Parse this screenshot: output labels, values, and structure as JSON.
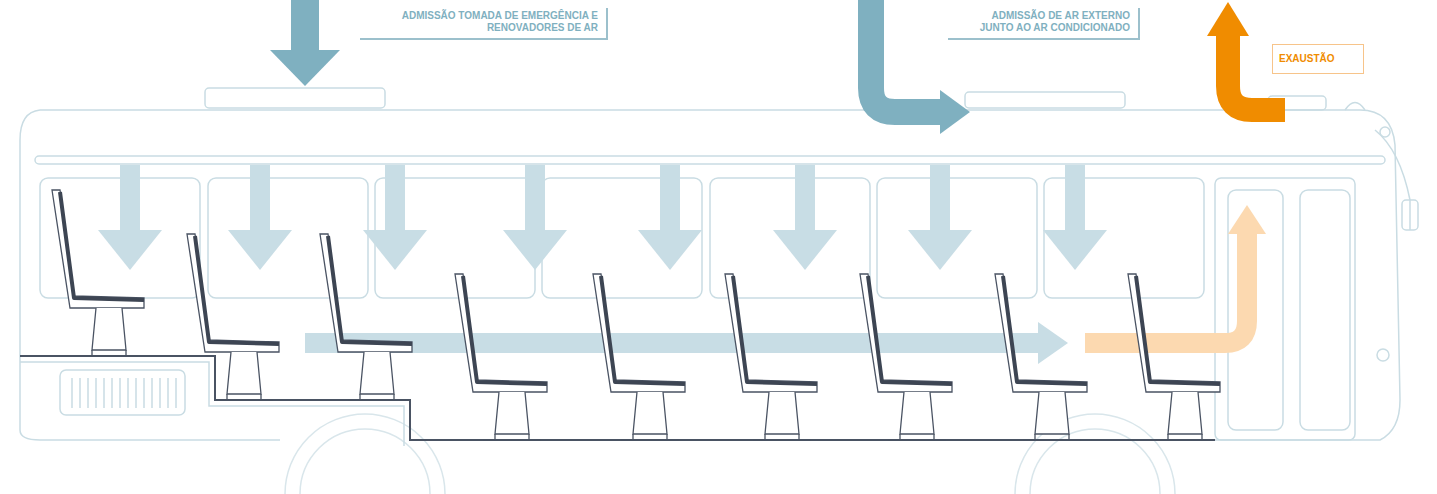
{
  "diagram": {
    "nodes": [
      {
        "text": [
          "ADMISSÃO TOMADA DE EMERGÊNCIA E RENOVADORES DE AR"
        ]
      },
      {
        "text": [
          "ADMISSÃO DE AR EXTERNO JUNTO AO AR CONDICIONADO"
        ]
      },
      {
        "text": [
          "EXAUSTÃO"
        ]
      }
    ]
  }
}
